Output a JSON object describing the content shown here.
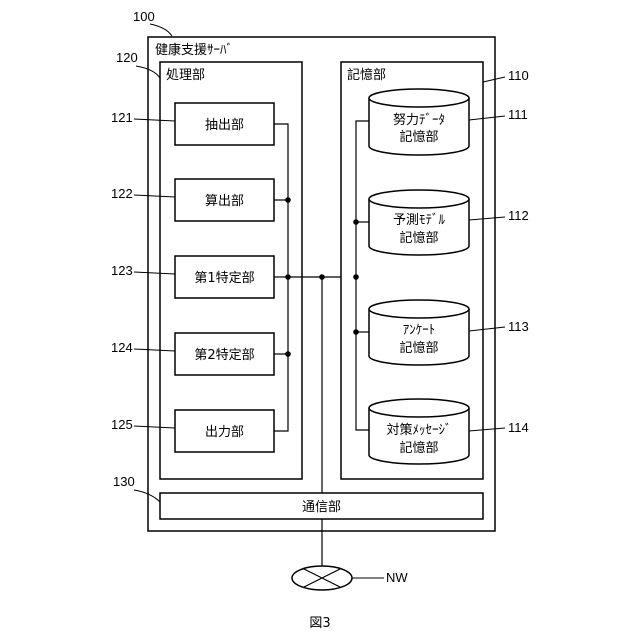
{
  "server": {
    "ref": "100",
    "label": "健康支援ｻｰﾊﾞ"
  },
  "processing": {
    "ref": "120",
    "label": "処理部",
    "units": [
      {
        "ref": "121",
        "label": "抽出部"
      },
      {
        "ref": "122",
        "label": "算出部"
      },
      {
        "ref": "123",
        "label": "第1特定部"
      },
      {
        "ref": "124",
        "label": "第2特定部"
      },
      {
        "ref": "125",
        "label": "出力部"
      }
    ]
  },
  "storage": {
    "ref": "110",
    "label": "記憶部",
    "units": [
      {
        "ref": "111",
        "line1": "努力ﾃﾞｰﾀ",
        "line2": "記憶部"
      },
      {
        "ref": "112",
        "line1": "予測ﾓﾃﾞﾙ",
        "line2": "記憶部"
      },
      {
        "ref": "113",
        "line1": "ｱﾝｹｰﾄ",
        "line2": "記憶部"
      },
      {
        "ref": "114",
        "line1": "対策ﾒｯｾｰｼﾞ",
        "line2": "記憶部"
      }
    ]
  },
  "communication": {
    "ref": "130",
    "label": "通信部"
  },
  "network": {
    "label": "NW"
  },
  "figure": {
    "caption": "図3"
  }
}
